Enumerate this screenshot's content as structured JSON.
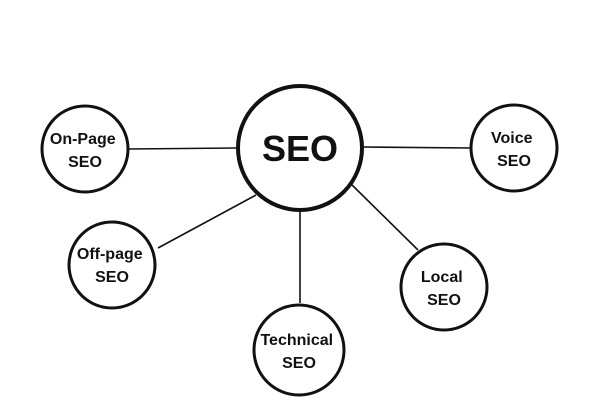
{
  "diagram": {
    "center": {
      "label": "SEO"
    },
    "nodes": [
      {
        "id": "on-page",
        "line1": "On-Page",
        "line2": "SEO"
      },
      {
        "id": "voice",
        "line1": "Voice",
        "line2": "SEO"
      },
      {
        "id": "off-page",
        "line1": "Off-page",
        "line2": "SEO"
      },
      {
        "id": "local",
        "line1": "Local",
        "line2": "SEO"
      },
      {
        "id": "technical",
        "line1": "Technical",
        "line2": "SEO"
      }
    ],
    "colors": {
      "stroke": "#111111",
      "fill": "#ffffff",
      "text": "#111111",
      "background": "#ffffff"
    }
  }
}
